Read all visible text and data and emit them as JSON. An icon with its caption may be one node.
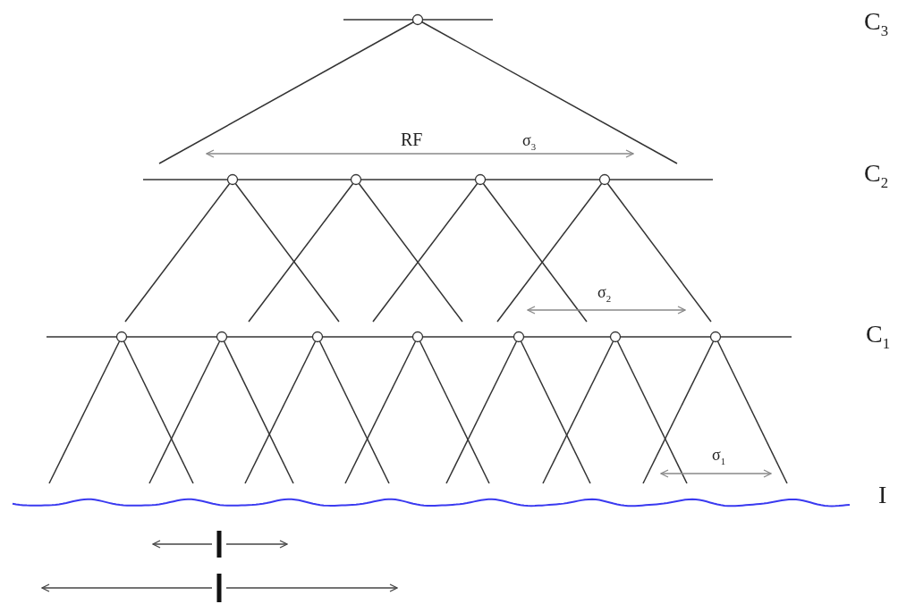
{
  "diagram": {
    "labels": [
      "C$_{3}$",
      "RF",
      "σ$_{3}$",
      "C$_{2}$",
      "σ$_{2}$",
      "C$_{1}$",
      "σ$_{1}$",
      "I"
    ]
  }
}
